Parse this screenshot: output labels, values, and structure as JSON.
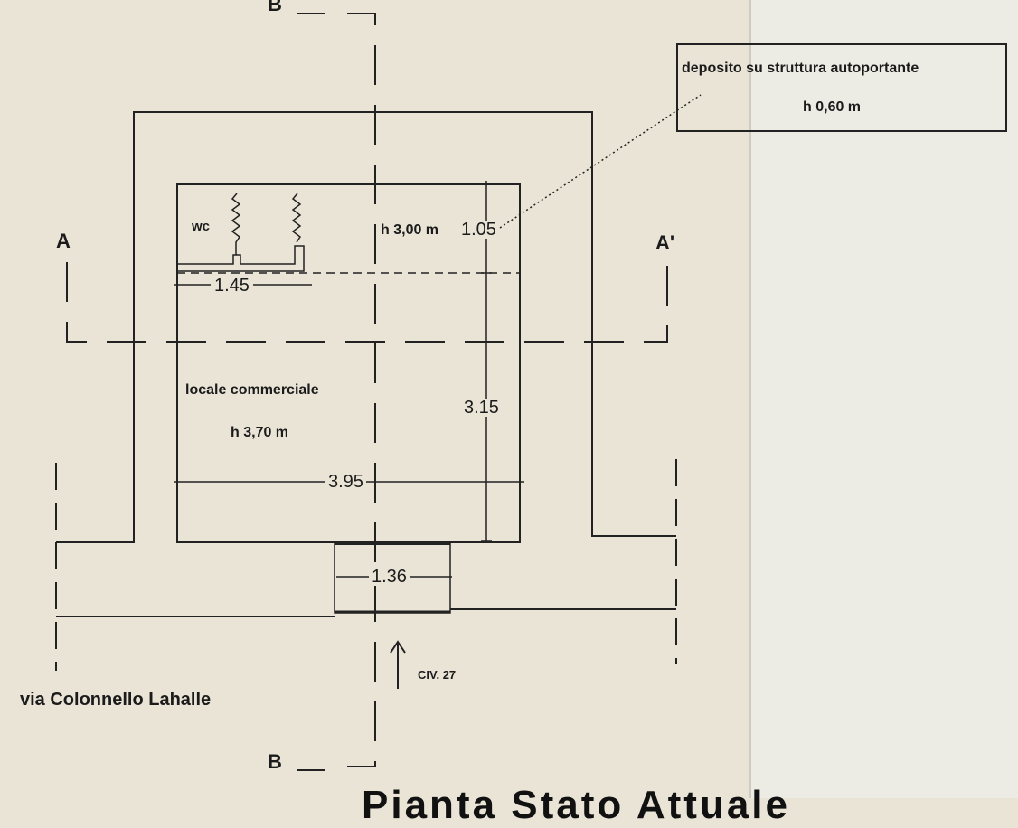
{
  "sections": {
    "a_left": "A",
    "a_right": "A'",
    "b_top": "B",
    "b_bottom": "B"
  },
  "rooms": {
    "wc": "wc",
    "commercial_name": "locale commerciale",
    "commercial_height": "h 3,70 m"
  },
  "mezzanine": {
    "height_label": "h 3,00 m",
    "note_line1": "deposito su struttura autoportante",
    "note_line2": "h 0,60 m"
  },
  "dimensions": {
    "wc_width": "1.45",
    "depth_upper": "1.05",
    "depth_total": "3.15",
    "room_width": "3.95",
    "door_width": "1.36"
  },
  "street": {
    "name": "via Colonnello Lahalle",
    "civic": "CIV. 27"
  },
  "title_fragment": "Pianta Stato Attuale"
}
